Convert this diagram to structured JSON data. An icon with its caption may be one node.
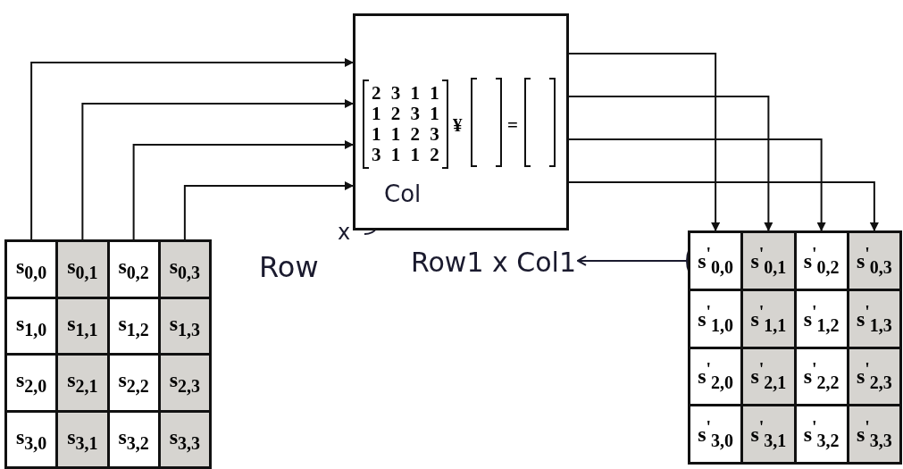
{
  "diagram": {
    "nodes": [
      {
        "text": [],
        "shape": "box"
      },
      {
        "text": [
          "s$_{0,0}$"
        ],
        "in": 0
      },
      {
        "text": [
          "s$_{0,1}$"
        ],
        "in": 0
      },
      {
        "text": [
          "s$_{0,2}$"
        ],
        "in": 0
      },
      {
        "text": [
          "s$_{0,3}$"
        ],
        "in": 0
      },
      {
        "text": [
          "s$_{1,0}$"
        ],
        "in": 0
      },
      {
        "text": [
          "s$_{1,1}$"
        ],
        "in": 0
      },
      {
        "text": [
          "s$_{1,2}$"
        ],
        "in": 0
      },
      {
        "text": [
          "s$_{1,3}$"
        ],
        "in": 0
      },
      {
        "text": [
          "s$_{2,0}$"
        ],
        "in": 0
      },
      {
        "text": [
          "s$_{2,1}$"
        ],
        "in": 0
      },
      {
        "text": [
          "s$_{2,2}$"
        ],
        "in": 0
      },
      {
        "text": [
          "s$_{2,3}$"
        ],
        "in": 0
      },
      {
        "text": [
          "s$_{3,0}$"
        ],
        "in": 0
      },
      {
        "text": [
          "s$_{3,1}$"
        ],
        "in": 0
      },
      {
        "text": [
          "s$_{3,2}$"
        ],
        "in": 0
      },
      {
        "text": [
          "s$_{3,3}$"
        ],
        "in": 0
      },
      {
        "text": [
          "2 3 1 1",
          "1 2 3 1",
          "1 1 2 3",
          "3 1 1 2",
          "¥",
          "="
        ]
      },
      {
        "text": [],
        "shape": "box"
      },
      {
        "text": [
          "s$^{'}$$_{0,0}$"
        ],
        "in": 18
      },
      {
        "text": [
          "s$^{'}$$_{0,1}$"
        ],
        "in": 18
      },
      {
        "text": [
          "s$^{'}$$_{0,2}$"
        ],
        "in": 18
      },
      {
        "text": [
          "s$^{'}$$_{0,3}$"
        ],
        "in": 18
      },
      {
        "text": [
          "s$^{'}$$_{1,0}$"
        ],
        "in": 18
      },
      {
        "text": [
          "s$^{'}$$_{1,1}$"
        ],
        "in": 18
      },
      {
        "text": [
          "s$^{'}$$_{1,2}$"
        ],
        "in": 18
      },
      {
        "text": [
          "s$^{'}$$_{1,3}$"
        ],
        "in": 18
      },
      {
        "text": [
          "s$^{'}$$_{2,0}$"
        ],
        "in": 18
      },
      {
        "text": [
          "s$^{'}$$_{2,1}$"
        ],
        "in": 18
      },
      {
        "text": [
          "s$^{'}$$_{2,2}$"
        ],
        "in": 18
      },
      {
        "text": [
          "s$^{'}$$_{2,3}$"
        ],
        "in": 18
      },
      {
        "text": [
          "s$^{'}$$_{3,0}$"
        ],
        "in": 18
      },
      {
        "text": [
          "s$^{'}$$_{3,1}$"
        ],
        "in": 18
      },
      {
        "text": [
          "s$^{'}$$_{3,2}$"
        ],
        "in": 18
      },
      {
        "text": [
          "s$^{'}$$_{3,3}$"
        ],
        "in": 18
      },
      {
        "text": [
          "Row1 x Col1"
        ]
      }
    ],
    "edges": [
      {
        "from": 1,
        "to": 17,
        "arrow": "to"
      },
      {
        "from": 2,
        "to": 17,
        "arrow": "to"
      },
      {
        "from": 3,
        "to": 17,
        "arrow": "to"
      },
      {
        "from": 4,
        "to": 17,
        "arrow": "to"
      },
      {
        "from": 17,
        "to": 19,
        "arrow": "to"
      },
      {
        "from": 17,
        "to": 20,
        "arrow": "to"
      },
      {
        "from": 17,
        "to": 21,
        "arrow": "to"
      },
      {
        "from": 17,
        "to": 22,
        "arrow": "to"
      },
      {
        "from": 19,
        "to": 35,
        "arrow": "to"
      }
    ],
    "labels": [
      "Col",
      "Row",
      "x"
    ]
  }
}
